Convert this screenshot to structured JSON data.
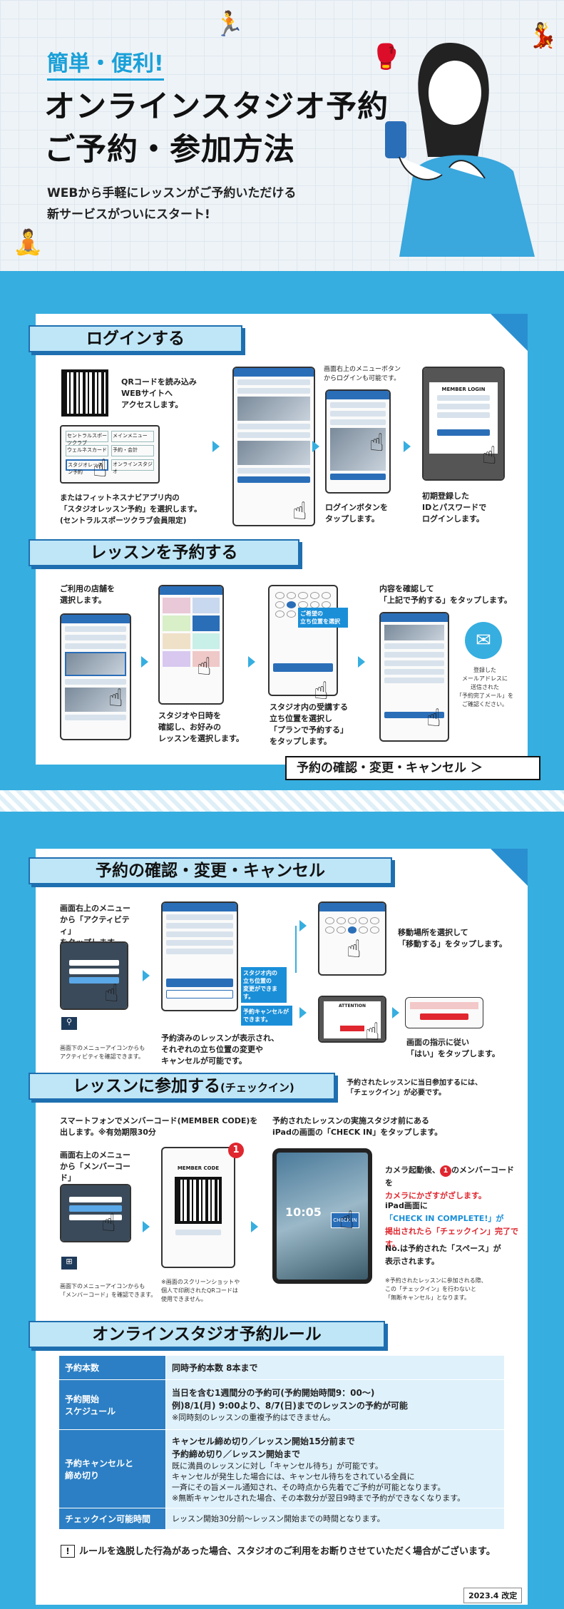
{
  "hero": {
    "tagline": "簡単・便利!",
    "title_line1": "オンラインスタジオ予約",
    "title_line2": "ご予約・参加方法",
    "lead_line1": "WEBから手軽にレッスンがご予約いただける",
    "lead_line2": "新サービスがついにスタート!"
  },
  "login": {
    "heading": "ログインする",
    "qr_text": "QRコードを読み込み\nWEBサイトへ\nアクセスします。",
    "app_text": "またはフィットネスナビアプリ内の\n「スタジオレッスン予約」を選択します。\n(セントラルスポーツクラブ会員限定)",
    "menu_text": "画面右上のメニューボタン\nからログインも可能です。",
    "step3": "ログインボタンを\nタップします。",
    "step4": "初期登録した\nIDとパスワードで\nログインします。",
    "login_screen_title": "MEMBER LOGIN",
    "app_tiles": [
      "セントラルスポーツクラブ",
      "メインメニュー",
      "ウェルネスカード",
      "予約・会計",
      "スタジオレッスン予約",
      "オンラインスタジオ"
    ]
  },
  "reserve": {
    "heading": "レッスンを予約する",
    "step1": "ご利用の店舗を\n選択します。",
    "step2": "スタジオや日時を\n確認し、お好みの\nレッスンを選択します。",
    "step3": "スタジオ内の受講する\n立ち位置を選択し\n「プランで予約する」\nをタップします。",
    "step3_badge": "ご希望の\n立ち位置を選択",
    "step4": "内容を確認して\n「上記で予約する」をタップします。",
    "mail_note": "登録した\nメールアドレスに\n送信された\n「予約完了メール」を\nご確認ください。",
    "nav_button": "予約の確認・変更・キャンセル ＞"
  },
  "manage": {
    "heading": "予約の確認・変更・キャンセル",
    "step1": "画面右上のメニュー\nから「アクティビティ」\nをタップします。",
    "step1_note": "画面下のメニューアイコンからも\nアクティビティを確認できます。",
    "badge_change": "スタジオ内の\n立ち位置の\n変更ができます。",
    "badge_cancel": "予約キャンセルが\nできます。",
    "step2": "予約済みのレッスンが表示され、\nそれぞれの立ち位置の変更や\nキャンセルが可能です。",
    "step3": "移動場所を選択して\n「移動する」をタップします。",
    "step4": "画面の指示に従い\n「はい」をタップします。",
    "attention": "ATTENTION"
  },
  "checkin": {
    "heading": "レッスンに参加する",
    "heading_sub": "(チェックイン)",
    "heading_note": "予約されたレッスンに当日参加するには、\n「チェックイン」が必要です。",
    "intro": "スマートフォンでメンバーコード(MEMBER CODE)を\n出します。※有効期限30分",
    "step1": "画面右上のメニュー\nから「メンバーコード」\nをタップします。",
    "step1_note": "画面下のメニューアイコンからも\n「メンバーコード」を確認できます。",
    "member_code_title": "MEMBER CODE",
    "screenshot_note": "※画面のスクリーンショットや\n個人で印刷されたQRコードは\n使用できません。",
    "ipad_intro": "予約されたレッスンの実施スタジオ前にある\niPadの画面の「CHECK IN」をタップします。",
    "camera_pre": "カメラ起動後、",
    "camera_post": "のメンバーコードを",
    "camera_line2": "カメラにかざすがざします。",
    "complete_line1": "iPad画面に",
    "complete_line2": "「CHECK IN COMPLETE!」が",
    "complete_line3": "掲出されたら「チェックイン」完了です。",
    "space_line1": "No.は予約された「スペース」が",
    "space_line2": "表示されます。",
    "cancel_note": "※予約されたレッスンに参加される際、\nこの「チェックイン」を行わないと\n「無断キャンセル」となります。",
    "step_number": "1",
    "ipad_time": "10:05",
    "ipad_btn": "CHECK IN"
  },
  "rules": {
    "heading": "オンラインスタジオ予約ルール",
    "rows": [
      {
        "key": "予約本数",
        "value": "同時予約本数 8本まで",
        "sub": ""
      },
      {
        "key": "予約開始\nスケジュール",
        "value": "当日を含む1週間分の予約可(予約開始時間9：00～)",
        "value2": "例)8/1(月) 9:00より、8/7(日)までのレッスンの予約が可能",
        "sub": "※同時刻のレッスンの重複予約はできません。"
      },
      {
        "key": "予約キャンセルと\n締め切り",
        "value": "キャンセル締め切り／レッスン開始15分前まで",
        "value2": "予約締め切り／レッスン開始まで",
        "sub": "既に満員のレッスンに対し「キャンセル待ち」が可能です。\nキャンセルが発生した場合には、キャンセル待ちをされている全員に\n一斉にその旨メール通知され、その時点から先着でご予約が可能となります。\n※無断キャンセルされた場合、その本数分が翌日9時まで予約ができなくなります。"
      },
      {
        "key": "チェックイン可能時間",
        "value": "",
        "value2": "",
        "sub": "レッスン開始30分前～レッスン開始までの時間となります。"
      }
    ],
    "warning": "ルールを逸脱した行為があった場合、スタジオのご利用をお断りさせていただく場合がございます。",
    "warning_icon": "!",
    "date": "2023.4 改定"
  },
  "colors": {
    "accent": "#36aee0",
    "navy": "#1e6fb0",
    "red": "#e0262e"
  }
}
